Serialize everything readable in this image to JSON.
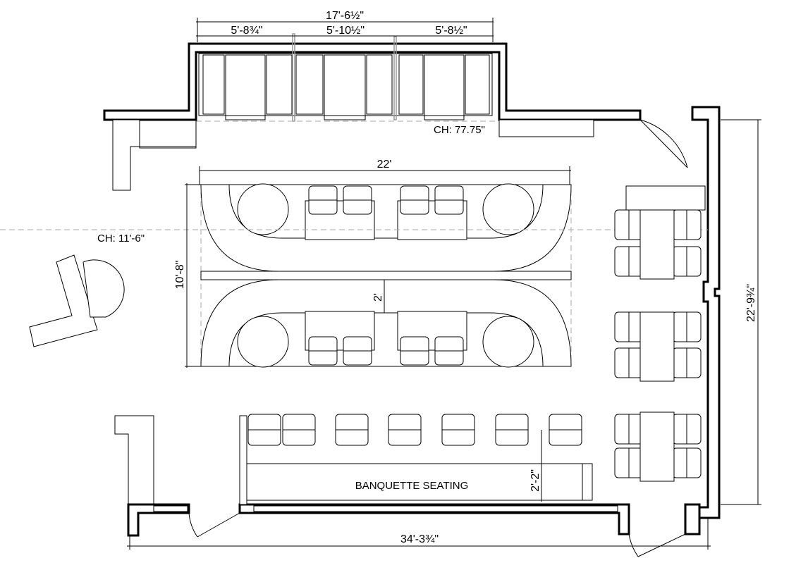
{
  "dimensions": {
    "alcove_total": "17'-6½\"",
    "alcove_left": "5'-8¾\"",
    "alcove_center": "5'-10½\"",
    "alcove_right": "5'-8½\"",
    "alcove_ceiling": "CH: 77.75\"",
    "table_length": "22'",
    "main_ceiling": "CH: 11'-6\"",
    "table_depth": "10'-8\"",
    "aisle": "2'",
    "right_wall": "22'-9¾\"",
    "bottom_wall": "34'-3¾\"",
    "banquette_depth": "2'-2\""
  },
  "labels": {
    "banquette": "BANQUETTE SEATING"
  }
}
